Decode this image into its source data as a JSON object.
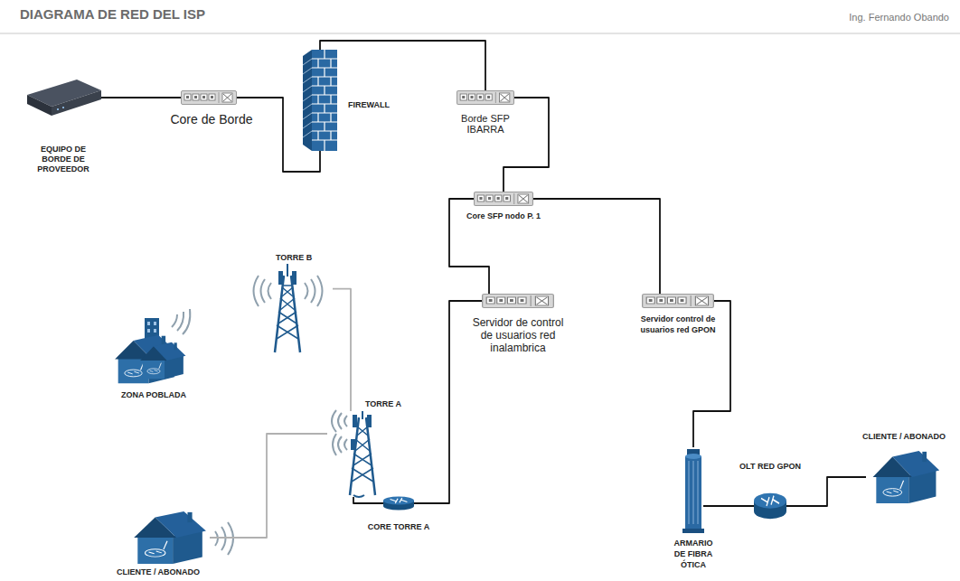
{
  "diagram": {
    "title": "DIAGRAMA DE RED DEL ISP",
    "nodes": [
      {
        "text": [
          "EQUIPO DE BORDE DE PROVEEDOR"
        ]
      },
      {
        "text": [
          "Core de Borde"
        ]
      },
      {
        "text": [
          "FIREWALL"
        ]
      },
      {
        "text": [
          "Borde SFP IBARRA"
        ]
      },
      {
        "text": [
          "Core SFP nodo P. 1"
        ]
      },
      {
        "text": [
          "Servidor de control de usuarios red inalambrica"
        ]
      },
      {
        "text": [
          "Servidor control de usuarios red GPON"
        ]
      },
      {
        "text": [
          "TORRE B"
        ]
      },
      {
        "text": [
          "ZONA POBLADA"
        ]
      },
      {
        "text": [
          "TORRE A"
        ]
      },
      {
        "text": [
          "CORE TORRE A"
        ]
      },
      {
        "text": [
          "CLIENTE / ABONADO"
        ]
      },
      {
        "text": [
          "ARMARIO DE FIBRA ÓTICA"
        ]
      },
      {
        "text": [
          "OLT RED GPON"
        ]
      },
      {
        "text": [
          "CLIENTE / ABONADO"
        ]
      }
    ],
    "edges": [
      {
        "from": 0,
        "to": 1,
        "arrow": "none"
      },
      {
        "from": 1,
        "to": 2,
        "arrow": "none"
      },
      {
        "from": 2,
        "to": 3,
        "arrow": "none"
      },
      {
        "from": 3,
        "to": 4,
        "arrow": "none"
      },
      {
        "from": 4,
        "to": 5,
        "arrow": "none"
      },
      {
        "from": 4,
        "to": 6,
        "arrow": "none"
      },
      {
        "from": 5,
        "to": 10,
        "arrow": "none"
      },
      {
        "from": 7,
        "to": 9,
        "arrow": "none"
      },
      {
        "from": 11,
        "to": 9,
        "arrow": "none"
      },
      {
        "from": 9,
        "to": 10,
        "arrow": "none"
      },
      {
        "from": 6,
        "to": 12,
        "arrow": "none"
      },
      {
        "from": 12,
        "to": 13,
        "arrow": "none"
      },
      {
        "from": 13,
        "to": 14,
        "arrow": "none"
      }
    ],
    "labels": [
      "Ing. Fernando Obando"
    ]
  }
}
